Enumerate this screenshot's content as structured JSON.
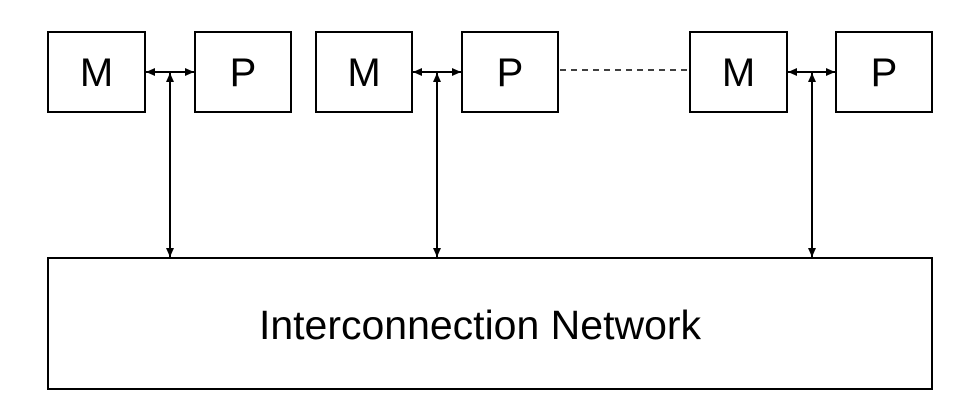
{
  "nodes": [
    {
      "memory_label": "M",
      "processor_label": "P"
    },
    {
      "memory_label": "M",
      "processor_label": "P"
    },
    {
      "memory_label": "M",
      "processor_label": "P"
    }
  ],
  "network": {
    "label": "Interconnection Network"
  }
}
